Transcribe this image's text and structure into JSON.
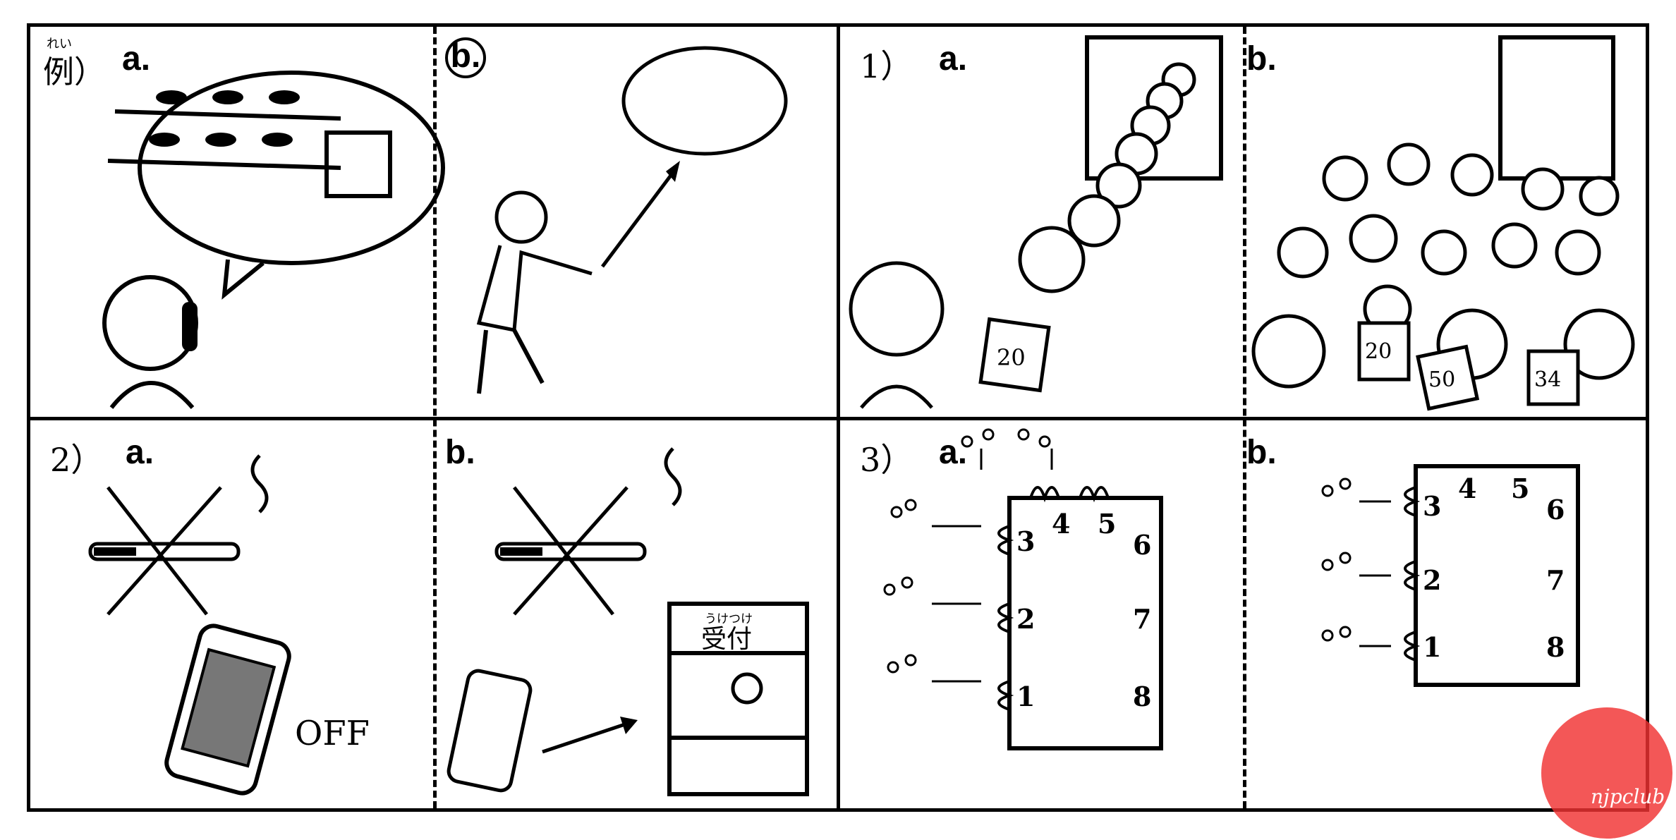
{
  "example": {
    "ruby": "れい",
    "label": "例）",
    "option_a": "a.",
    "option_b": "b."
  },
  "q1": {
    "label": "1）",
    "option_a": "a.",
    "option_b": "b.",
    "ticket_a": "20",
    "tickets_b": [
      "20",
      "50",
      "34"
    ]
  },
  "q2": {
    "label": "2）",
    "option_a": "a.",
    "option_b": "b.",
    "off_text": "OFF",
    "reception_ruby": "うけつけ",
    "reception": "受付"
  },
  "q3": {
    "label": "3）",
    "option_a": "a.",
    "option_b": "b.",
    "door_numbers": [
      "1",
      "2",
      "3",
      "4",
      "5",
      "6",
      "7",
      "8"
    ]
  },
  "watermark": {
    "text": "njpclub"
  }
}
